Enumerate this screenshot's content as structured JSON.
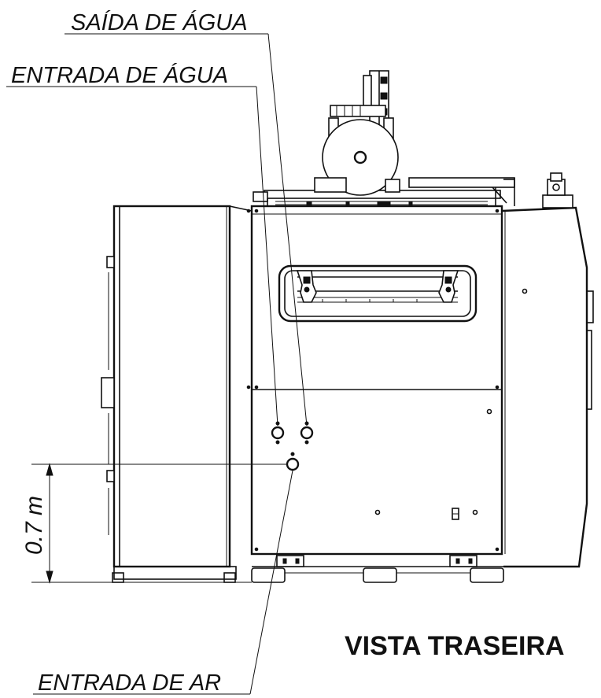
{
  "labels": {
    "water_out": "SAÍDA DE ÁGUA",
    "water_in": "ENTRADA DE ÁGUA",
    "air_in": "ENTRADA DE AR"
  },
  "dimension": {
    "text": "0.7 m"
  },
  "view_title": "VISTA TRASEIRA"
}
